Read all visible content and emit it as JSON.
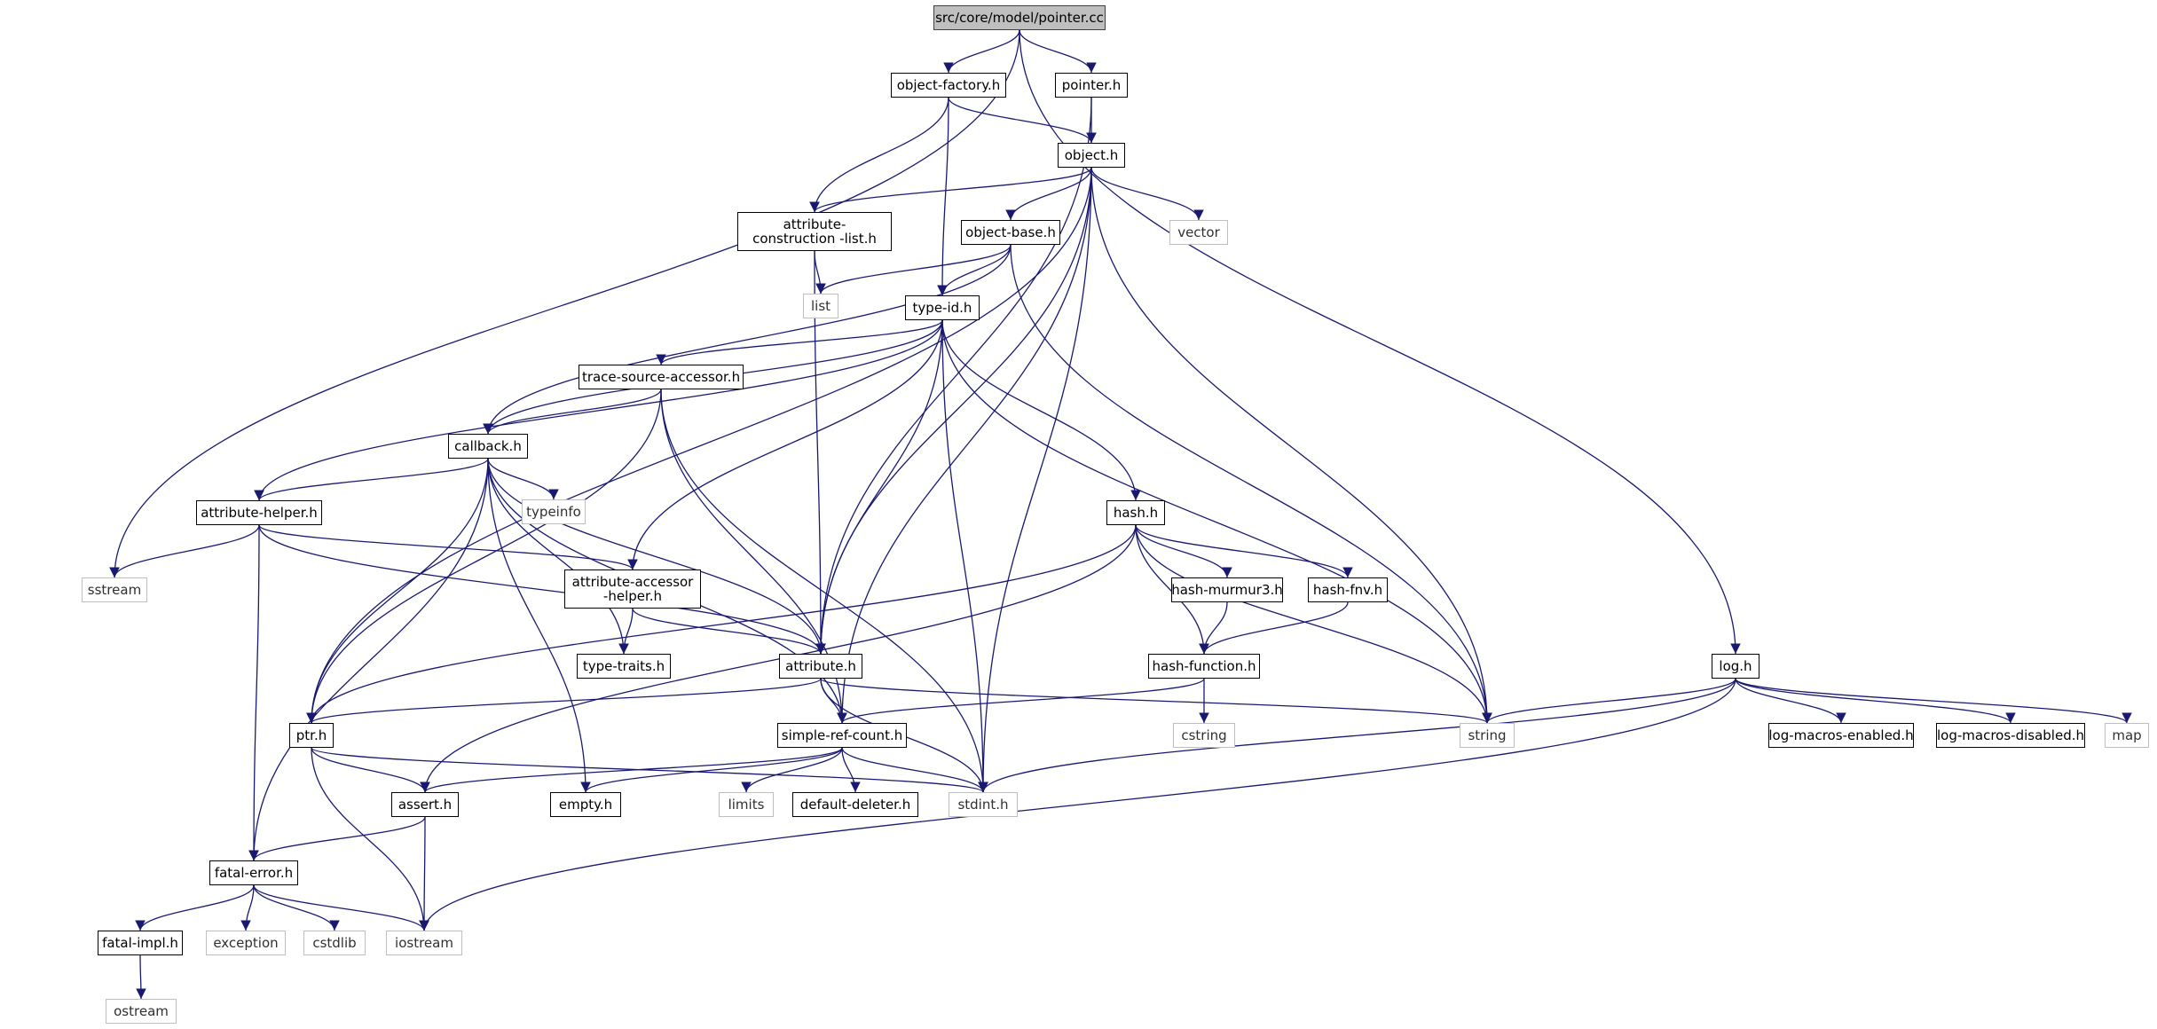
{
  "colors": {
    "edge": "#191970",
    "node_border": "#000000",
    "system_border": "#bfbfbf",
    "root_fill": "#bfbfbf"
  },
  "nodes": [
    {
      "id": "root",
      "label": "src/core/model/pointer.cc",
      "kind": "root"
    },
    {
      "id": "object_factory",
      "label": "object-factory.h",
      "kind": "local"
    },
    {
      "id": "pointer",
      "label": "pointer.h",
      "kind": "local"
    },
    {
      "id": "object",
      "label": "object.h",
      "kind": "local"
    },
    {
      "id": "attr_cons",
      "label": "attribute-construction\n-list.h",
      "kind": "local"
    },
    {
      "id": "object_base",
      "label": "object-base.h",
      "kind": "local"
    },
    {
      "id": "vector",
      "label": "vector",
      "kind": "system"
    },
    {
      "id": "list",
      "label": "list",
      "kind": "system"
    },
    {
      "id": "type_id",
      "label": "type-id.h",
      "kind": "local"
    },
    {
      "id": "trace_src",
      "label": "trace-source-accessor.h",
      "kind": "local"
    },
    {
      "id": "callback",
      "label": "callback.h",
      "kind": "local"
    },
    {
      "id": "typeinfo",
      "label": "typeinfo",
      "kind": "system"
    },
    {
      "id": "attr_helper",
      "label": "attribute-helper.h",
      "kind": "local"
    },
    {
      "id": "sstream",
      "label": "sstream",
      "kind": "system"
    },
    {
      "id": "attr_acc",
      "label": "attribute-accessor\n-helper.h",
      "kind": "local"
    },
    {
      "id": "type_traits",
      "label": "type-traits.h",
      "kind": "local"
    },
    {
      "id": "hash",
      "label": "hash.h",
      "kind": "local"
    },
    {
      "id": "hash_murmur",
      "label": "hash-murmur3.h",
      "kind": "local"
    },
    {
      "id": "hash_fnv",
      "label": "hash-fnv.h",
      "kind": "local"
    },
    {
      "id": "hash_function",
      "label": "hash-function.h",
      "kind": "local"
    },
    {
      "id": "cstring",
      "label": "cstring",
      "kind": "system"
    },
    {
      "id": "attribute",
      "label": "attribute.h",
      "kind": "local"
    },
    {
      "id": "ptr",
      "label": "ptr.h",
      "kind": "local"
    },
    {
      "id": "simple_ref",
      "label": "simple-ref-count.h",
      "kind": "local"
    },
    {
      "id": "string",
      "label": "string",
      "kind": "system"
    },
    {
      "id": "log",
      "label": "log.h",
      "kind": "local"
    },
    {
      "id": "log_en",
      "label": "log-macros-enabled.h",
      "kind": "local"
    },
    {
      "id": "log_dis",
      "label": "log-macros-disabled.h",
      "kind": "local"
    },
    {
      "id": "map",
      "label": "map",
      "kind": "system"
    },
    {
      "id": "assert",
      "label": "assert.h",
      "kind": "local"
    },
    {
      "id": "empty",
      "label": "empty.h",
      "kind": "local"
    },
    {
      "id": "limits",
      "label": "limits",
      "kind": "system"
    },
    {
      "id": "default_deleter",
      "label": "default-deleter.h",
      "kind": "local"
    },
    {
      "id": "stdint",
      "label": "stdint.h",
      "kind": "system"
    },
    {
      "id": "fatal_error",
      "label": "fatal-error.h",
      "kind": "local"
    },
    {
      "id": "exception",
      "label": "exception",
      "kind": "system"
    },
    {
      "id": "cstdlib",
      "label": "cstdlib",
      "kind": "system"
    },
    {
      "id": "iostream",
      "label": "iostream",
      "kind": "system"
    },
    {
      "id": "fatal_impl",
      "label": "fatal-impl.h",
      "kind": "local"
    },
    {
      "id": "ostream",
      "label": "ostream",
      "kind": "system"
    }
  ],
  "edges": [
    [
      "root",
      "sstream"
    ],
    [
      "root",
      "object_factory"
    ],
    [
      "root",
      "pointer"
    ],
    [
      "root",
      "log"
    ],
    [
      "object_factory",
      "attr_cons"
    ],
    [
      "object_factory",
      "object"
    ],
    [
      "object_factory",
      "type_id"
    ],
    [
      "pointer",
      "object"
    ],
    [
      "pointer",
      "attribute"
    ],
    [
      "object",
      "ptr"
    ],
    [
      "object",
      "attr_cons"
    ],
    [
      "object",
      "object_base"
    ],
    [
      "object",
      "vector"
    ],
    [
      "object",
      "attribute"
    ],
    [
      "object",
      "simple_ref"
    ],
    [
      "object",
      "string"
    ],
    [
      "object",
      "stdint"
    ],
    [
      "attr_cons",
      "list"
    ],
    [
      "attr_cons",
      "attribute"
    ],
    [
      "object_base",
      "list"
    ],
    [
      "object_base",
      "type_id"
    ],
    [
      "object_base",
      "callback"
    ],
    [
      "object_base",
      "string"
    ],
    [
      "type_id",
      "trace_src"
    ],
    [
      "type_id",
      "callback"
    ],
    [
      "type_id",
      "attr_helper"
    ],
    [
      "type_id",
      "attr_acc"
    ],
    [
      "type_id",
      "attribute"
    ],
    [
      "type_id",
      "hash"
    ],
    [
      "type_id",
      "string"
    ],
    [
      "type_id",
      "stdint"
    ],
    [
      "trace_src",
      "callback"
    ],
    [
      "trace_src",
      "ptr"
    ],
    [
      "trace_src",
      "simple_ref"
    ],
    [
      "trace_src",
      "stdint"
    ],
    [
      "callback",
      "attr_helper"
    ],
    [
      "callback",
      "typeinfo"
    ],
    [
      "callback",
      "ptr"
    ],
    [
      "callback",
      "fatal_error"
    ],
    [
      "callback",
      "empty"
    ],
    [
      "callback",
      "type_traits"
    ],
    [
      "callback",
      "attribute"
    ],
    [
      "callback",
      "simple_ref"
    ],
    [
      "attr_helper",
      "sstream"
    ],
    [
      "attr_helper",
      "attr_acc"
    ],
    [
      "attr_helper",
      "attribute"
    ],
    [
      "attr_helper",
      "fatal_error"
    ],
    [
      "attr_acc",
      "type_traits"
    ],
    [
      "attr_acc",
      "attribute"
    ],
    [
      "hash",
      "hash_murmur"
    ],
    [
      "hash",
      "hash_fnv"
    ],
    [
      "hash",
      "hash_function"
    ],
    [
      "hash",
      "string"
    ],
    [
      "hash",
      "ptr"
    ],
    [
      "hash",
      "assert"
    ],
    [
      "hash_murmur",
      "hash_function"
    ],
    [
      "hash_fnv",
      "hash_function"
    ],
    [
      "hash_function",
      "cstring"
    ],
    [
      "hash_function",
      "simple_ref"
    ],
    [
      "attribute",
      "ptr"
    ],
    [
      "attribute",
      "simple_ref"
    ],
    [
      "attribute",
      "string"
    ],
    [
      "attribute",
      "stdint"
    ],
    [
      "ptr",
      "assert"
    ],
    [
      "ptr",
      "iostream"
    ],
    [
      "ptr",
      "stdint"
    ],
    [
      "simple_ref",
      "assert"
    ],
    [
      "simple_ref",
      "empty"
    ],
    [
      "simple_ref",
      "limits"
    ],
    [
      "simple_ref",
      "default_deleter"
    ],
    [
      "simple_ref",
      "stdint"
    ],
    [
      "log",
      "string"
    ],
    [
      "log",
      "log_en"
    ],
    [
      "log",
      "log_dis"
    ],
    [
      "log",
      "map"
    ],
    [
      "log",
      "stdint"
    ],
    [
      "log",
      "iostream"
    ],
    [
      "assert",
      "fatal_error"
    ],
    [
      "assert",
      "iostream"
    ],
    [
      "fatal_error",
      "fatal_impl"
    ],
    [
      "fatal_error",
      "exception"
    ],
    [
      "fatal_error",
      "cstdlib"
    ],
    [
      "fatal_error",
      "iostream"
    ],
    [
      "fatal_impl",
      "ostream"
    ]
  ]
}
